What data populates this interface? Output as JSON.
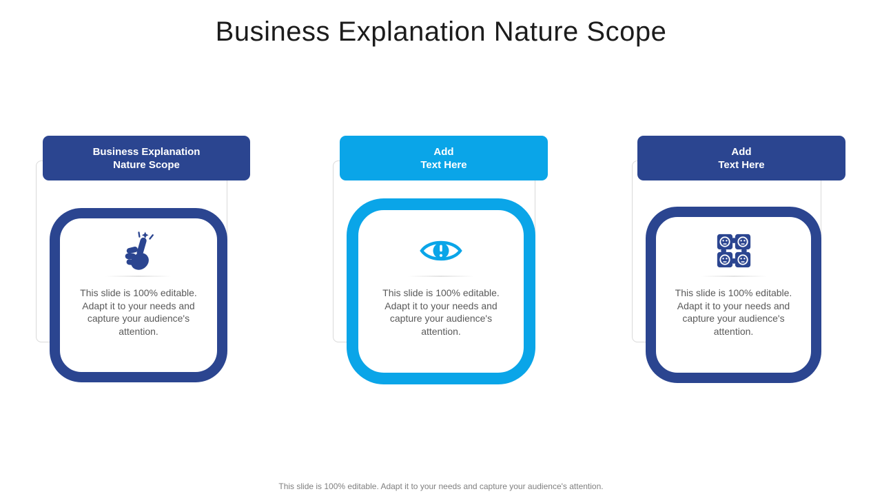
{
  "slide": {
    "title": "Business Explanation Nature Scope",
    "footer": "This slide is 100% editable. Adapt it to your needs and capture your audience's attention."
  },
  "colors": {
    "navy": "#2b4590",
    "cyan": "#0aa5e8",
    "title_text": "#1c1c1c",
    "body_text": "#595959",
    "footer_text": "#7f7f7f",
    "ghost_frame_border": "#d9d9d9",
    "card_background": "#ffffff"
  },
  "columns": [
    {
      "header_line1": "Business Explanation",
      "header_line2": "Nature Scope",
      "accent": "#2b4590",
      "icon": "finger-snap-icon",
      "body": "This slide is 100% editable. Adapt it to your needs and capture your audience's attention."
    },
    {
      "header_line1": "Add",
      "header_line2": "Text Here",
      "accent": "#0aa5e8",
      "icon": "eye-alert-icon",
      "body": "This slide is 100% editable. Adapt it to your needs and capture your audience's attention."
    },
    {
      "header_line1": "Add",
      "header_line2": "Text Here",
      "accent": "#2b4590",
      "icon": "puzzle-smileys-icon",
      "body": "This slide is 100% editable. Adapt it to your needs and capture your audience's attention."
    }
  ]
}
